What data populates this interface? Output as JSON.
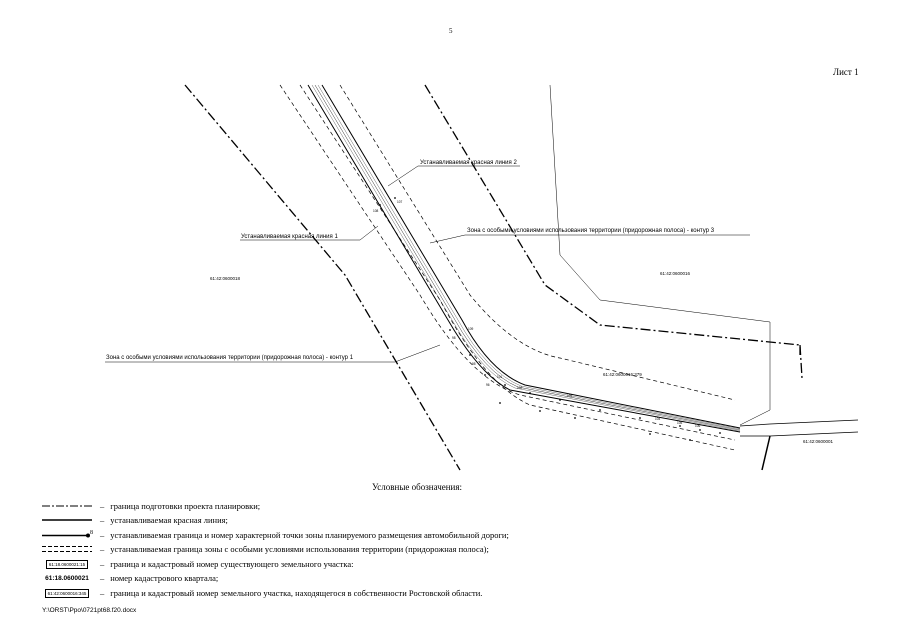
{
  "page_number": "5",
  "sheet_label": "Лист 1",
  "map": {
    "labels": {
      "red_line_2": "Устанавливаемая красная линия 2",
      "red_line_1": "Устанавливаемая красная линия 1",
      "zone_contour_3": "Зона с особыми условиями использования территории (придорожная полоса) - контур 3",
      "zone_contour_1": "Зона с особыми условиями использования территории (придорожная полоса) - контур 1"
    },
    "cadastral": {
      "left_quarter": "61:42:0600018",
      "right_quarter": "61:42:0600016",
      "bottom_right_quarter": "61:42:0600001",
      "small_parcel": "61:42:0600016:379"
    },
    "points": [
      "98",
      "95",
      "96",
      "101",
      "102",
      "103",
      "104",
      "105",
      "106",
      "107",
      "108",
      "109"
    ]
  },
  "legend": {
    "title": "Условные обозначения:",
    "dash": "–",
    "items": [
      {
        "text": "граница подготовки проекта планировки;"
      },
      {
        "text": "устанавливаемая красная линия;"
      },
      {
        "text": "устанавливаемая граница и номер характерной точки зоны планируемого размещения автомобильной дороги;",
        "symbol_label": "8"
      },
      {
        "text": "устанавливаемая граница зоны с особыми условиями использования территории (придорожная полоса);"
      },
      {
        "text": "граница и кадастровый номер существующего земельного участка:",
        "symbol_label": "61:18.0600021:15"
      },
      {
        "text": "номер кадастрового квартала;",
        "symbol_label": "61:18.0600021"
      },
      {
        "text": "граница и кадастровый номер земельного участка, находящегося в собственности Ростовской области.",
        "symbol_label": "61:42:0600016:345"
      }
    ]
  },
  "file_path": "Y:\\ORST\\Ppo\\0721pt68.f20.docx"
}
